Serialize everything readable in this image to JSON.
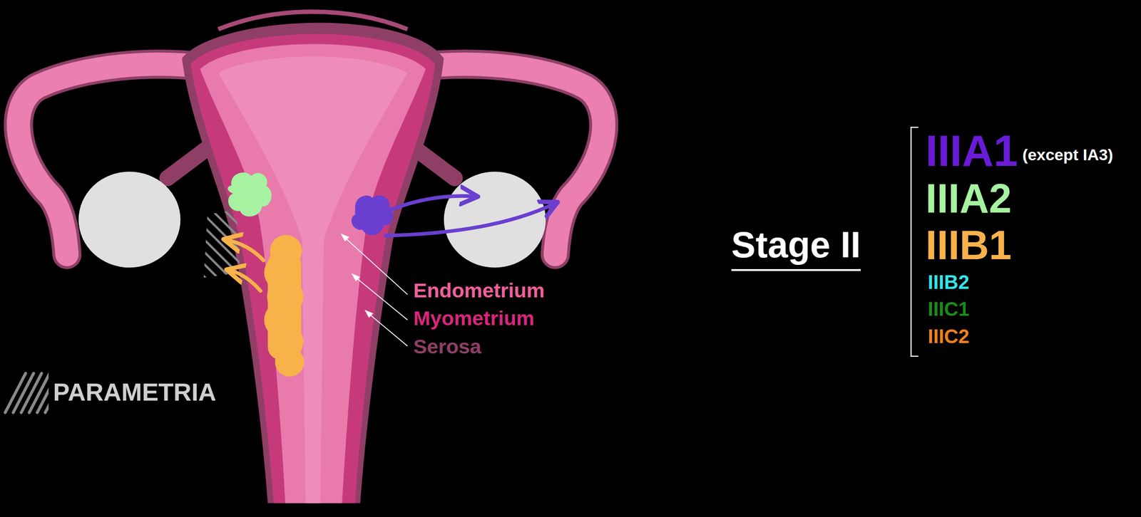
{
  "diagram": {
    "labels": [
      "Endometrium",
      "Myometrium",
      "Serosa",
      "Stage II",
      "IIIA1",
      "(except IA3)",
      "IIIA2",
      "IIIB1",
      "IIIB2",
      "IIIC1",
      "IIIC2"
    ],
    "legend": [
      {
        "text": "PARAMETRIA"
      }
    ]
  }
}
